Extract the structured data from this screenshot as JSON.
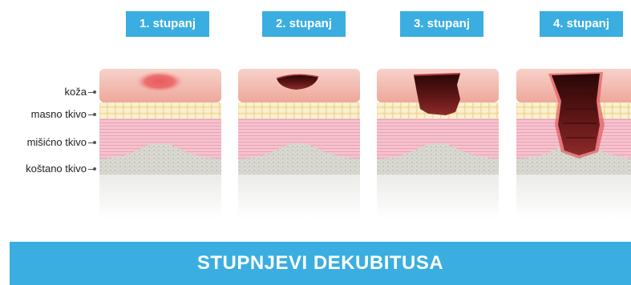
{
  "stages": [
    {
      "label": "1. stupanj"
    },
    {
      "label": "2. stupanj"
    },
    {
      "label": "3. stupanj"
    },
    {
      "label": "4. stupanj"
    }
  ],
  "tissue_labels": {
    "skin": "koža",
    "fat": "masno tkivo",
    "muscle": "mišićno tkivo",
    "bone": "koštano tkivo"
  },
  "title": "STUPNJEVI DEKUBITUSA",
  "colors": {
    "accent": "#3aaee0",
    "skin": "#f1b6ac",
    "fat": "#f3e3b0",
    "muscle": "#f4b9c8",
    "bone": "#d9d9d4",
    "wound": "#5a1414"
  }
}
